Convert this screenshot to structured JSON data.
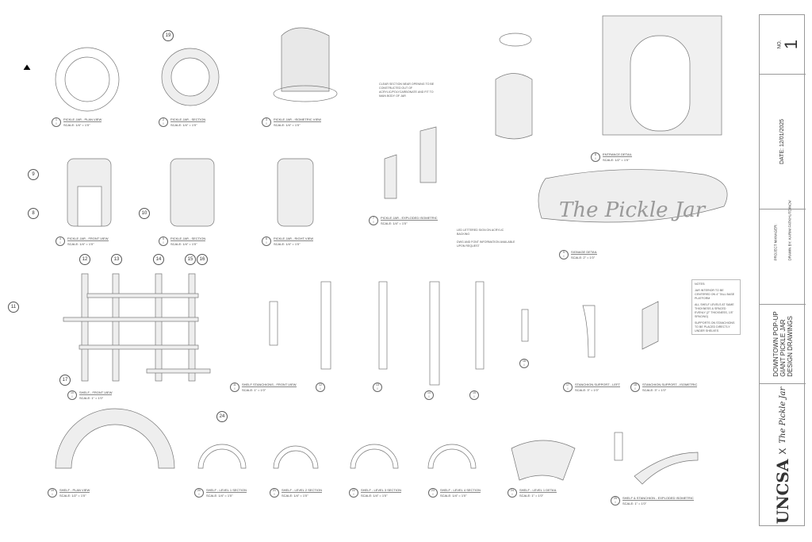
{
  "title_block": {
    "sheet_no_label": "NO.",
    "sheet_no": "1",
    "date": "DATE: 12/01/2025",
    "project_manager": "PROJECT MANAGER:",
    "drawn_by": "DRAWN BY: KARIM FATKHUTDINOV",
    "title_lines": [
      "DOWNTOWN POP-UP",
      "GIANT PICKLE JAR",
      "DESIGN DRAWINGS"
    ],
    "logo_text": "UNCSA",
    "logo_x": "X",
    "brand_script": "The Pickle Jar"
  },
  "notes": {
    "heading": "NOTES:",
    "items": [
      "JAR INTERIOR TO BE CENTERED ON 4\" TALL BASE PLATFORM",
      "ALL SHELF LEVELS AT SAME THICKNESS & SPACED EVENLY (2\" THICKNESS, 1'8\" SPACING)",
      "SUPPORTS ON STANCHIONS TO BE PLACED DIRECTLY UNDER SHELVES"
    ]
  },
  "annotations": {
    "clear_section": "CLEAR SECTION NEAR OPENING TO BE CONSTRUCTED OUT OF ACRYLIC/POLYCARBONATE AND FIT TO MAIN BODY OF JAR",
    "led_sign": "LED LETTERED SIGN ON ACRYLIC BACKING",
    "dwg_font": "DWG AND FONT INFORMATION AVAILABLE UPON REQUEST",
    "sign_text": "The Pickle Jar"
  },
  "views": [
    {
      "n": "1",
      "title": "PICKLE JAR - PLAN VIEW",
      "scale": "SCALE: 1/4\" = 1'0\""
    },
    {
      "n": "2",
      "title": "PICKLE JAR - SECTION",
      "scale": "SCALE: 1/4\" = 1'0\""
    },
    {
      "n": "3",
      "title": "PICKLE JAR - ISOMETRIC VIEW",
      "scale": "SCALE: 1/4\" = 1'0\""
    },
    {
      "n": "4",
      "title": "PICKLE JAR - FRONT VIEW",
      "scale": "SCALE: 1/4\" = 1'0\""
    },
    {
      "n": "5",
      "title": "PICKLE JAR - SECTION",
      "scale": "SCALE: 1/4\" = 1'0\""
    },
    {
      "n": "6",
      "title": "PICKLE JAR - RIGHT VIEW",
      "scale": "SCALE: 1/4\" = 1'0\""
    },
    {
      "n": "7",
      "title": "PICKLE JAR - EXPLODED ISOMETRIC",
      "scale": "SCALE: 1/4\" = 1'0\""
    },
    {
      "n": "8",
      "title": "ENTRANCE DETAIL",
      "scale": "SCALE: 1/2\" = 1'0\""
    },
    {
      "n": "9",
      "title": "SIGNAGE DETAIL",
      "scale": "SCALE: 2\" = 1'0\""
    },
    {
      "n": "10",
      "title": "SHELF - FRONT VIEW",
      "scale": "SCALE: 1\" = 1'0\""
    },
    {
      "n": "11",
      "title": "SHELF STANCHIONS - FRONT VIEW",
      "scale": "SCALE: 1\" = 1'0\""
    },
    {
      "n": "12",
      "title": "",
      "scale": ""
    },
    {
      "n": "13",
      "title": "",
      "scale": ""
    },
    {
      "n": "14",
      "title": "",
      "scale": ""
    },
    {
      "n": "15",
      "title": "",
      "scale": ""
    },
    {
      "n": "16",
      "title": "",
      "scale": ""
    },
    {
      "n": "17",
      "title": "STANCHION SUPPORT - LEFT",
      "scale": "SCALE: 3\" = 1'0\""
    },
    {
      "n": "18",
      "title": "STANCHION SUPPORT - ISOMETRIC",
      "scale": "SCALE: 3\" = 1'0\""
    },
    {
      "n": "19",
      "title": "SHELF - PLAN VIEW",
      "scale": "SCALE: 1/2\" = 1'0\""
    },
    {
      "n": "20",
      "title": "SHELF - LEVEL 1 SECTION",
      "scale": "SCALE: 1/4\" = 1'0\""
    },
    {
      "n": "21",
      "title": "SHELF - LEVEL 2 SECTION",
      "scale": "SCALE: 1/4\" = 1'0\""
    },
    {
      "n": "22",
      "title": "SHELF - LEVEL 3 SECTION",
      "scale": "SCALE: 1/4\" = 1'0\""
    },
    {
      "n": "23",
      "title": "SHELF - LEVEL 4 SECTION",
      "scale": "SCALE: 1/4\" = 1'0\""
    },
    {
      "n": "24",
      "title": "SHELF - LEVEL 1 DETAIL",
      "scale": "SCALE: 1\" = 1'0\""
    },
    {
      "n": "25",
      "title": "SHELF & STANCHION - EXPLODED ISOMETRIC",
      "scale": "SCALE: 1\" = 1'0\""
    }
  ],
  "tags": [
    "19",
    "9",
    "8",
    "10",
    "11",
    "12",
    "13",
    "14",
    "15",
    "16",
    "17",
    "24"
  ]
}
